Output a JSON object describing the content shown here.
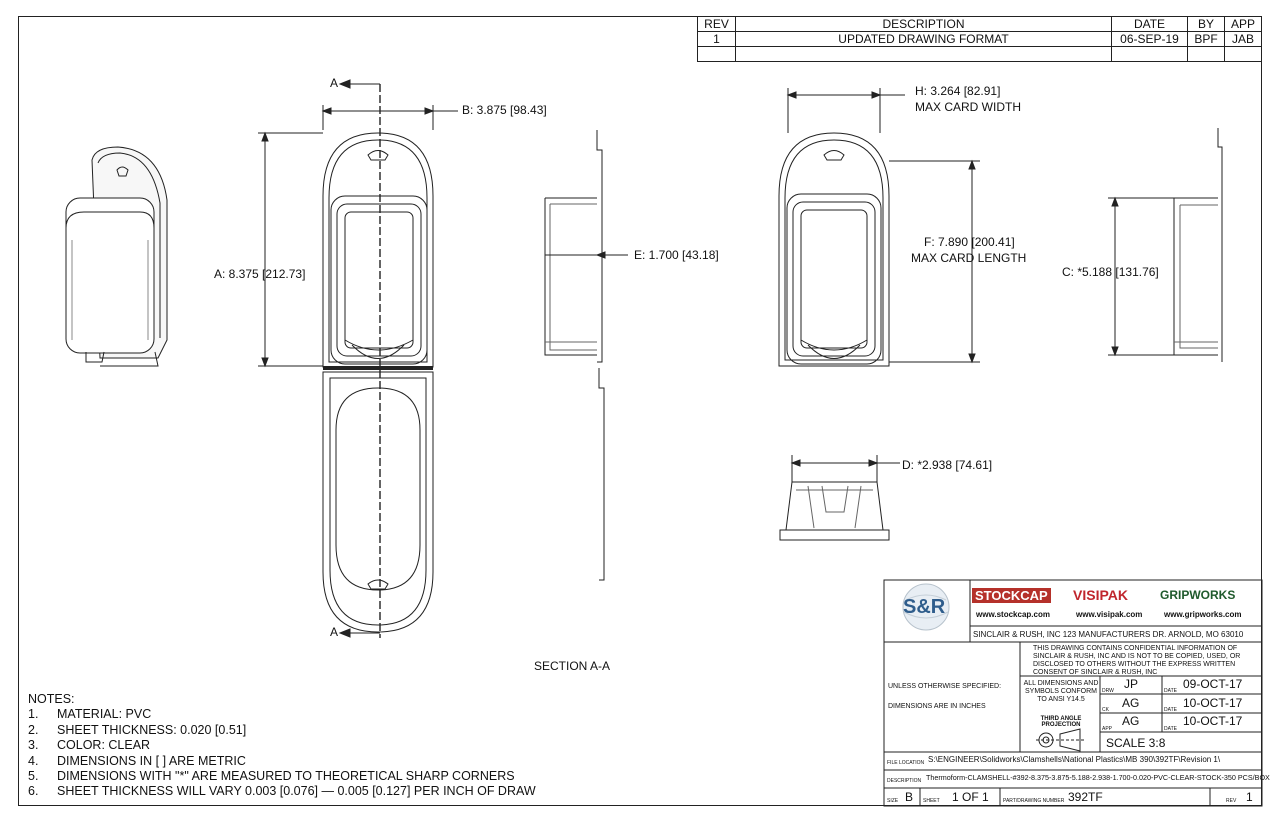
{
  "revision_block": {
    "headers": {
      "rev": "REV",
      "description": "DESCRIPTION",
      "date": "DATE",
      "by": "BY",
      "app": "APP"
    },
    "rows": [
      {
        "rev": "1",
        "description": "UPDATED DRAWING FORMAT",
        "date": "06-SEP-19",
        "by": "BPF",
        "app": "JAB"
      }
    ]
  },
  "dimensions": {
    "b": "B: 3.875",
    "b_metric": "98.43",
    "a": "A: 8.375",
    "a_metric": "212.73",
    "e": "E: 1.700",
    "e_metric": "43.18",
    "h": "H: 3.264",
    "h_metric": "82.91",
    "h_note": "MAX CARD WIDTH",
    "f": "F: 7.890",
    "f_metric": "200.41",
    "f_note": "MAX CARD LENGTH",
    "c": "C: *5.188",
    "c_metric": "131.76",
    "d": "D: *2.938",
    "d_metric": "74.61"
  },
  "section": {
    "marker": "A",
    "label": "SECTION A-A"
  },
  "notes": {
    "title": "NOTES:",
    "items": [
      {
        "num": "1.",
        "text": "MATERIAL: PVC"
      },
      {
        "num": "2.",
        "text": "SHEET THICKNESS: 0.020 [0.51]"
      },
      {
        "num": "3.",
        "text": "COLOR: CLEAR"
      },
      {
        "num": "4.",
        "text": "DIMENSIONS IN [ ] ARE METRIC"
      },
      {
        "num": "5.",
        "text": "DIMENSIONS WITH \"*\" ARE MEASURED TO THEORETICAL SHARP CORNERS"
      },
      {
        "num": "6.",
        "text": "SHEET THICKNESS WILL VARY 0.003 [0.076] — 0.005 [0.127] PER INCH OF DRAW"
      }
    ]
  },
  "title_block": {
    "logo": "S&R",
    "brands": [
      {
        "name": "STOCKCAP",
        "url": "www.stockcap.com"
      },
      {
        "name": "VISIPAK",
        "url": "www.visipak.com"
      },
      {
        "name": "GRIPWORKS",
        "url": "www.gripworks.com"
      }
    ],
    "company": "SINCLAIR & RUSH, INC 123 MANUFACTURERS DR. ARNOLD, MO 63010",
    "confidential": "THIS DRAWING CONTAINS CONFIDENTIAL INFORMATION OF SINCLAIR & RUSH, INC AND IS NOT TO BE COPIED, USED, OR DISCLOSED TO OTHERS WITHOUT THE EXPRESS WRITTEN CONSENT OF SINCLAIR & RUSH, INC",
    "unless": "UNLESS OTHERWISE SPECIFIED:",
    "dims_in": "DIMENSIONS ARE IN INCHES",
    "ansi": "ALL DIMENSIONS AND SYMBOLS CONFORM TO ANSI Y14.5",
    "third_angle": "THIRD ANGLE PROJECTION",
    "drawn_label": "DRW",
    "drawn_by": "JP",
    "drawn_date": "09-OCT-17",
    "checked_label": "CK",
    "checked_by": "AG",
    "checked_date": "10-OCT-17",
    "approved_label": "APP",
    "approved_by": "AG",
    "approved_date": "10-OCT-17",
    "date_label": "DATE",
    "scale": "SCALE 3:8",
    "file_location_label": "FILE LOCATION",
    "file_location": "S:\\ENGINEER\\Solidworks\\Clamshells\\National Plastics\\MB 390\\392TF\\Revision 1\\",
    "description_label": "DESCRIPTION",
    "description": "Thermoform-CLAMSHELL-#392-8.375-3.875-5.188-2.938-1.700-0.020-PVC-CLEAR-STOCK-350 PCS/BOX",
    "size_label": "SIZE",
    "size": "B",
    "sheet_label": "SHEET",
    "sheet": "1 OF 1",
    "part_label": "PART/DRAWING NUMBER",
    "part": "392TF",
    "rev_label": "REV",
    "rev": "1"
  }
}
